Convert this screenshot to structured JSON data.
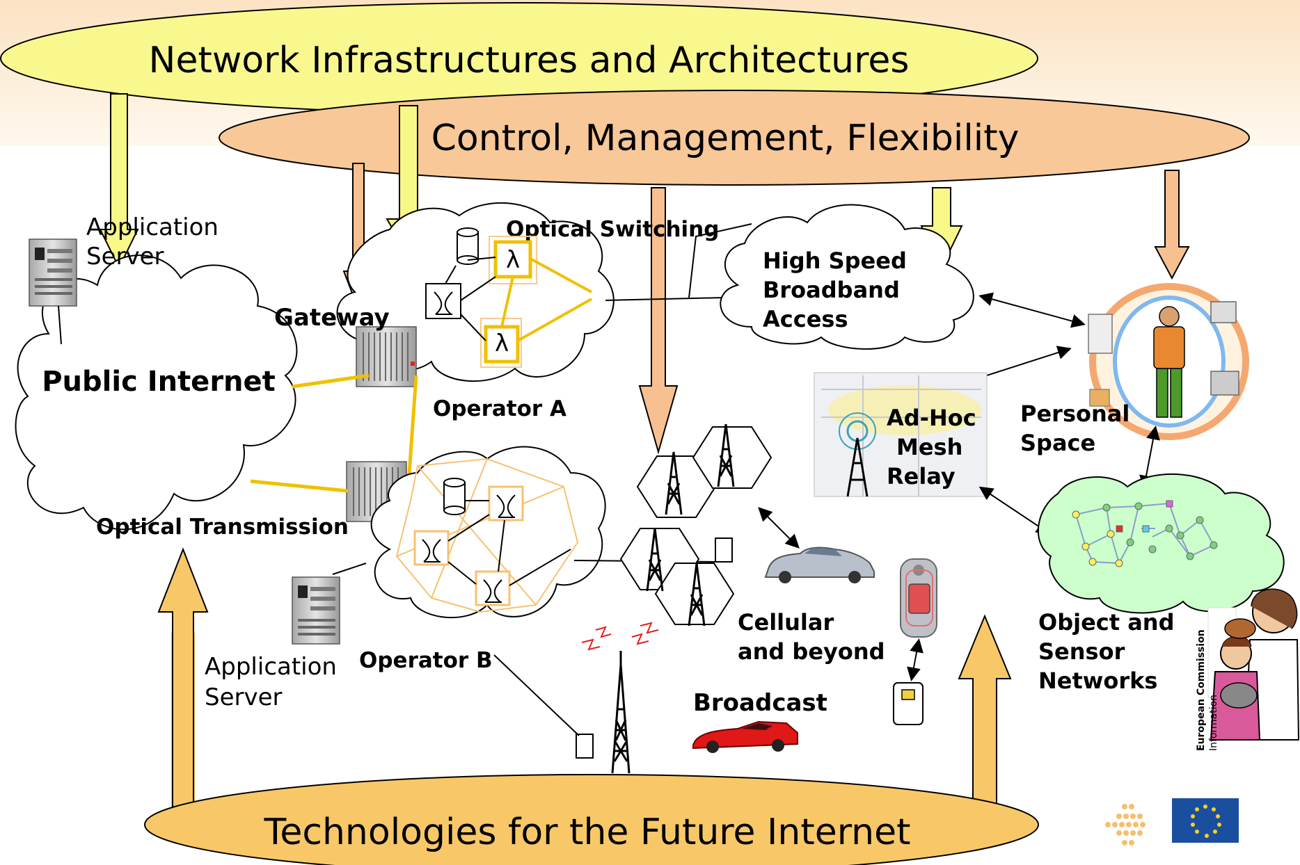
{
  "ellipses": {
    "network_infra": "Network Infrastructures and Architectures",
    "control": "Control, Management, Flexibility",
    "technologies": "Technologies for the Future Internet"
  },
  "labels": {
    "app_server_top_1": "Application",
    "app_server_top_2": "Server",
    "public_internet": "Public Internet",
    "gateway": "Gateway",
    "optical_switching": "Optical Switching",
    "operator_a": "Operator A",
    "optical_transmission": "Optical Transmission",
    "operator_b": "Operator B",
    "app_server_bottom_1": "Application",
    "app_server_bottom_2": "Server",
    "hsba_1": "High Speed",
    "hsba_2": "Broadband",
    "hsba_3": "Access",
    "adhoc_1": "Ad-Hoc",
    "adhoc_2": "Mesh",
    "adhoc_3": "Relay",
    "personal_1": "Personal",
    "personal_2": "Space",
    "cellular_1": "Cellular",
    "cellular_2": "and beyond",
    "broadcast": "Broadcast",
    "object_1": "Object and",
    "object_2": "Sensor",
    "object_3": "Networks",
    "lambda": "λ",
    "ec_1": "European Commission",
    "ec_2": "Information"
  },
  "icons": [
    "server-icon",
    "router-rack-icon",
    "database-icon",
    "optical-switch-icon",
    "lambda-switch-icon",
    "cell-tower-icon",
    "car-icon",
    "mobile-phone-icon",
    "sim-card-icon",
    "eu-flag-icon"
  ],
  "colors": {
    "yellow_ellipse": "#f8f88e",
    "orange_ellipse": "#f8c898",
    "gold_ellipse": "#f8c868",
    "optical_link": "#f0c000",
    "orange_arrow": "#f8c090",
    "green_cloud": "#ccffcc"
  }
}
